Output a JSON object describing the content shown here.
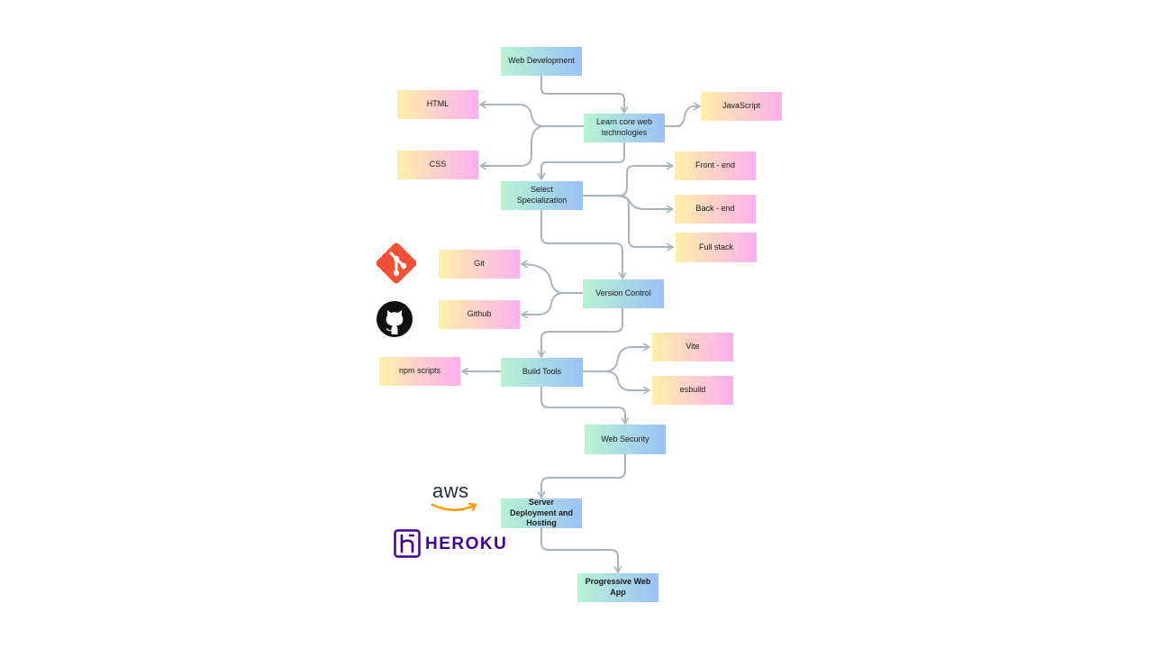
{
  "nodes": {
    "web_development": "Web Development",
    "learn_core": "Learn core web technologies",
    "html": "HTML",
    "css": "CSS",
    "javascript": "JavaScript",
    "select_specialization": "Select Specialization",
    "front_end": "Front - end",
    "back_end": "Back - end",
    "full_stack": "Full stack",
    "version_control": "Version Control",
    "git": "Git",
    "github": "Github",
    "build_tools": "Build Tools",
    "npm_scripts": "npm scripts",
    "vite": "Vite",
    "esbuild": "esbuild",
    "web_security": "Web Security",
    "server_deployment": "Server Deployment and Hosting",
    "pwa": "Progressive Web App"
  },
  "logos": {
    "git": "git-logo-icon",
    "github": "github-logo-icon",
    "aws": "aws",
    "heroku": "HEROKU"
  },
  "colors": {
    "main_start": "#b8f3d4",
    "main_end": "#9cc0f7",
    "side_start": "#fdf0a8",
    "side_end": "#fcb0ee",
    "connector": "#a9b4bc",
    "git_brand": "#f05033",
    "heroku_brand": "#430098",
    "aws_arrow": "#ff9900"
  }
}
